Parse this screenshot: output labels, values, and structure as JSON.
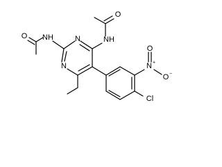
{
  "molecule": {
    "atoms": {
      "nh_left": "NH",
      "nh_right": "NH",
      "o_left": "O",
      "o_right": "O",
      "n_ring_top": "N",
      "n_ring_bottom": "N",
      "n_nitro": "N",
      "n_nitro_charge": "+",
      "o_nitro_top": "O",
      "o_nitro_right": "O",
      "o_nitro_charge": "−",
      "cl": "Cl"
    }
  }
}
